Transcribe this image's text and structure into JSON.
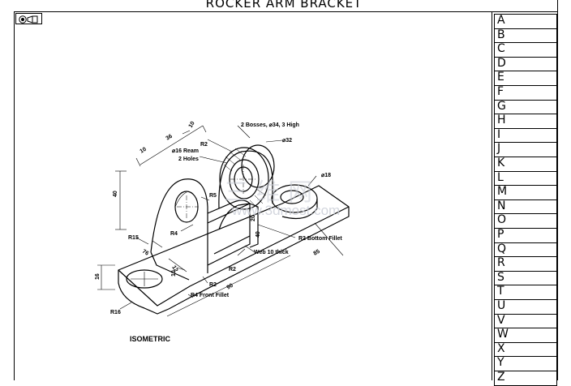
{
  "sheet": {
    "title": "ROCKER ARM BRACKET",
    "projection_symbol_icon": "third-angle-projection-icon",
    "zone_letters": [
      "A",
      "B",
      "C",
      "D",
      "E",
      "F",
      "G",
      "H",
      "I",
      "J",
      "K",
      "L",
      "M",
      "N",
      "O",
      "P",
      "Q",
      "R",
      "S",
      "T",
      "U",
      "V",
      "W",
      "X",
      "Y",
      "Z"
    ]
  },
  "drawing": {
    "view_label": "ISOMETRIC",
    "dimensions": {
      "d10_top": "10",
      "d36": "36",
      "d10_left": "10",
      "d40": "40",
      "d16": "16",
      "d12": "12",
      "d10_mid": "10",
      "d76": "76",
      "d85": "85",
      "d90": "90",
      "d20": "20",
      "d40_web": "40"
    },
    "callouts": {
      "bosses": "2 Bosses, ⌀34, 3 High",
      "r2_top": "R2",
      "ream": "⌀16 Ream",
      "holes": "2 Holes",
      "dia32": "⌀32",
      "dia18": "⌀18",
      "r5": "R5",
      "r4": "R4",
      "r15": "R15",
      "r2_web": "R2",
      "r2_base": "R2",
      "r16": "R16",
      "front_fillet": "R4 Front Fillet",
      "bottom_fillet": "R2 Bottom Fillet",
      "web": "Web 10 thick"
    },
    "watermark": {
      "cn": "三 维 网",
      "url": "www.3dmost.com"
    }
  }
}
